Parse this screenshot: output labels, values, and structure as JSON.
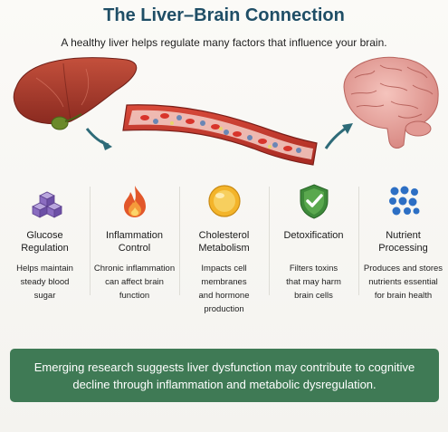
{
  "title": "The Liver–Brain Connection",
  "subtitle": "A healthy liver helps regulate many factors that influence your brain.",
  "illustration": {
    "liver": "liver",
    "vessel": "blood-vessel",
    "brain": "brain"
  },
  "factors": [
    {
      "icon": "cubes-icon",
      "heading_line1": "Glucose",
      "heading_line2": "Regulation",
      "desc_line1": "Helps maintain",
      "desc_line2": "steady blood",
      "desc_line3": "sugar"
    },
    {
      "icon": "flame-icon",
      "heading_line1": "Inflammation",
      "heading_line2": "Control",
      "desc_line1": "Chronic inflammation",
      "desc_line2": "can affect brain",
      "desc_line3": "function"
    },
    {
      "icon": "lipid-droplet-icon",
      "heading_line1": "Cholesterol",
      "heading_line2": "Metabolism",
      "desc_line1": "Impacts cell membranes",
      "desc_line2": "and hormone",
      "desc_line3": "production"
    },
    {
      "icon": "shield-check-icon",
      "heading_line1": "Detoxification",
      "heading_line2": "",
      "desc_line1": "Filters toxins",
      "desc_line2": "that may harm",
      "desc_line3": "brain cells"
    },
    {
      "icon": "nutrient-dots-icon",
      "heading_line1": "Nutrient",
      "heading_line2": "Processing",
      "desc_line1": "Produces and stores",
      "desc_line2": "nutrients essential",
      "desc_line3": "for brain health"
    }
  ],
  "banner": {
    "line1": "Emerging research suggests liver dysfunction may contribute to cognitive",
    "line2": "decline through inflammation and metabolic dysregulation."
  },
  "colors": {
    "title": "#1f4e66",
    "banner": "#3f7a55",
    "liver": "#a8382a",
    "brain": "#e8a6a0",
    "vessel": "#c23a2e"
  }
}
